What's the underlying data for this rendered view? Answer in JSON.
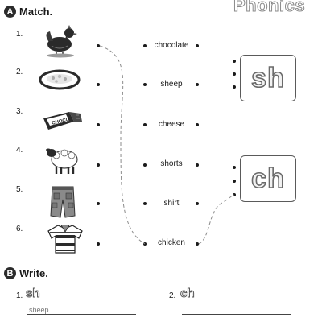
{
  "brand": "Phonics",
  "section_a": {
    "badge": "A",
    "title": "Match."
  },
  "section_b": {
    "badge": "B",
    "title": "Write."
  },
  "items": [
    {
      "number": "1.",
      "icon": "hen-icon",
      "word": "chocolate"
    },
    {
      "number": "2.",
      "icon": "cheese-plate-icon",
      "word": "sheep"
    },
    {
      "number": "3.",
      "icon": "chocolate-bar-icon",
      "word": "cheese"
    },
    {
      "number": "4.",
      "icon": "sheep-icon",
      "word": "shorts"
    },
    {
      "number": "5.",
      "icon": "shorts-icon",
      "word": "shirt"
    },
    {
      "number": "6.",
      "icon": "polo-shirt-icon",
      "word": "chicken"
    }
  ],
  "phonics": [
    {
      "label": "sh"
    },
    {
      "label": "ch"
    }
  ],
  "write": [
    {
      "number": "1.",
      "phonic": "sh",
      "answer": "sheep"
    },
    {
      "number": "2.",
      "phonic": "ch",
      "answer": ""
    }
  ],
  "colors": {
    "ink": "#1a1a1a",
    "outline": "#6a6a6a",
    "dash": "#8c8c8c"
  }
}
